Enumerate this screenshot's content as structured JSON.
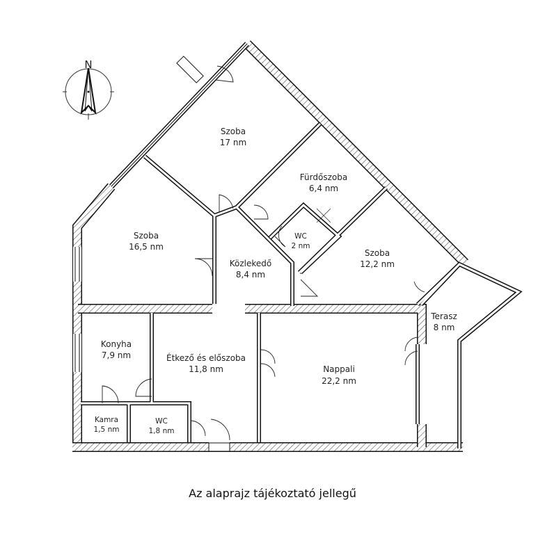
{
  "compass": {
    "north_label": "N"
  },
  "rooms": [
    {
      "name": "Szoba",
      "area": "17 nm"
    },
    {
      "name": "Fürdőszoba",
      "area": "6,4 nm"
    },
    {
      "name": "WC",
      "area": "2 nm"
    },
    {
      "name": "Szoba",
      "area": "12,2 nm"
    },
    {
      "name": "Szoba",
      "area": "16,5 nm"
    },
    {
      "name": "Közlekedő",
      "area": "8,4 nm"
    },
    {
      "name": "Terasz",
      "area": "8 nm"
    },
    {
      "name": "Konyha",
      "area": "7,9 nm"
    },
    {
      "name": "Étkező és előszoba",
      "area": "11,8 nm"
    },
    {
      "name": "Nappali",
      "area": "22,2 nm"
    },
    {
      "name": "Kamra",
      "area": "1,5 nm"
    },
    {
      "name": "WC",
      "area": "1,8 nm"
    }
  ],
  "caption": "Az alaprajz tájékoztató jellegű"
}
